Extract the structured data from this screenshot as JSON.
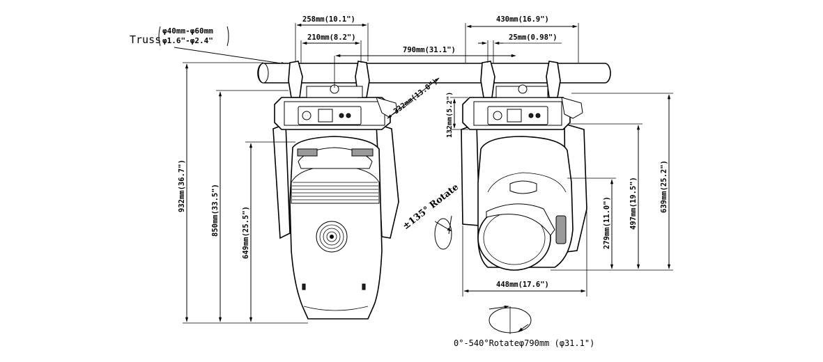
{
  "truss": {
    "label": "Truss",
    "diameter_mm": "φ40mm-φ60mm",
    "diameter_in": "φ1.6\"-φ2.4\""
  },
  "front_view": {
    "width_outer": "258mm(10.1\")",
    "width_inner": "210mm(8.2\")",
    "height_total": "932mm(36.7\")",
    "height_body": "850mm(33.5\")",
    "height_head": "649mm(25.5\")",
    "yoke_depth": "332mm(13.0\")"
  },
  "clamp_spacing": "790mm(31.1\")",
  "side_view": {
    "width_top": "430mm(16.9\")",
    "clamp_gap": "25mm(0.98\")",
    "base_height": "132mm(5.2\")",
    "width_bottom": "448mm(17.6\")",
    "height_lens": "279mm(11.0\")",
    "height_mid": "497mm(19.5\")",
    "height_total": "639mm(25.2\")"
  },
  "tilt_rotation": "±135° Rotate",
  "pan_rotation": "0°-540°Rotateφ790mm (φ31.1\")"
}
